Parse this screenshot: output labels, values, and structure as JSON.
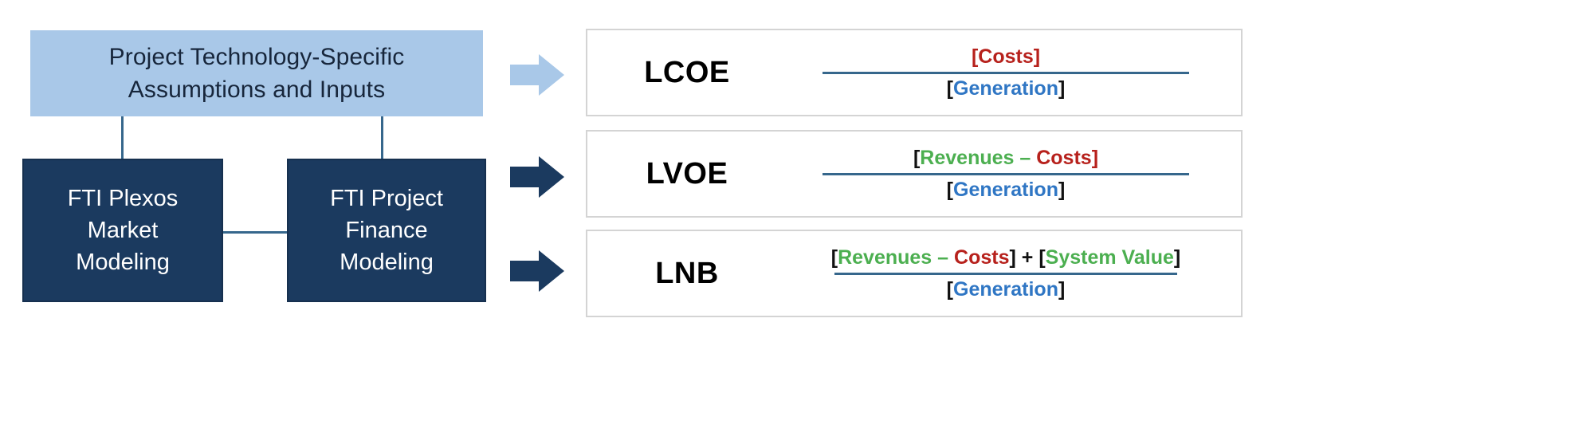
{
  "left_panel": {
    "inputs_box": {
      "line1": "Project Technology-Specific",
      "line2": "Assumptions and Inputs",
      "fill_color": "#a9c8e8",
      "text_color": "#17263b"
    },
    "model_boxes": [
      {
        "id": "plexos",
        "line1": "FTI Plexos",
        "line2": "Market",
        "line3": "Modeling",
        "fill_color": "#1b3a5f",
        "text_color": "#ffffff"
      },
      {
        "id": "finance",
        "line1": "FTI Project",
        "line2": "Finance",
        "line3": "Modeling",
        "fill_color": "#1b3a5f",
        "text_color": "#ffffff"
      }
    ],
    "connector_color": "#36678c"
  },
  "arrows": [
    {
      "name": "arrow-to-lcoe",
      "color": "#a9c8e8"
    },
    {
      "name": "arrow-to-lvoe",
      "color": "#1b3a5f"
    },
    {
      "name": "arrow-to-lnb",
      "color": "#1b3a5f"
    }
  ],
  "formulas": [
    {
      "label": "LCOE",
      "numerator": {
        "open_bracket": "[",
        "t1": "Costs",
        "close_bracket": "]"
      },
      "denominator": {
        "open_bracket": "[",
        "t1": "Generation",
        "close_bracket": "]"
      }
    },
    {
      "label": "LVOE",
      "numerator": {
        "open_bracket": "[",
        "t1": "Revenues",
        "op1": "–",
        "t2": "Costs",
        "close_bracket": "]"
      },
      "denominator": {
        "open_bracket": "[",
        "t1": "Generation",
        "close_bracket": "]"
      }
    },
    {
      "label": "LNB",
      "numerator": {
        "open_bracket": "[",
        "t1": "Revenues",
        "op1": "–",
        "t2": "Costs",
        "close_bracket": "]",
        "op2": "+",
        "open_bracket2": "[",
        "t3": "System Value",
        "close_bracket2": "]"
      },
      "denominator": {
        "open_bracket": "[",
        "t1": "Generation",
        "close_bracket": "]"
      }
    }
  ],
  "colors": {
    "costs": "#b7211c",
    "generation": "#2f76c4",
    "revenues": "#4caf50",
    "system_value": "#4caf50",
    "bracket": "#111111",
    "fraction_bar": "#36678c",
    "card_border": "#d4d4d4"
  }
}
